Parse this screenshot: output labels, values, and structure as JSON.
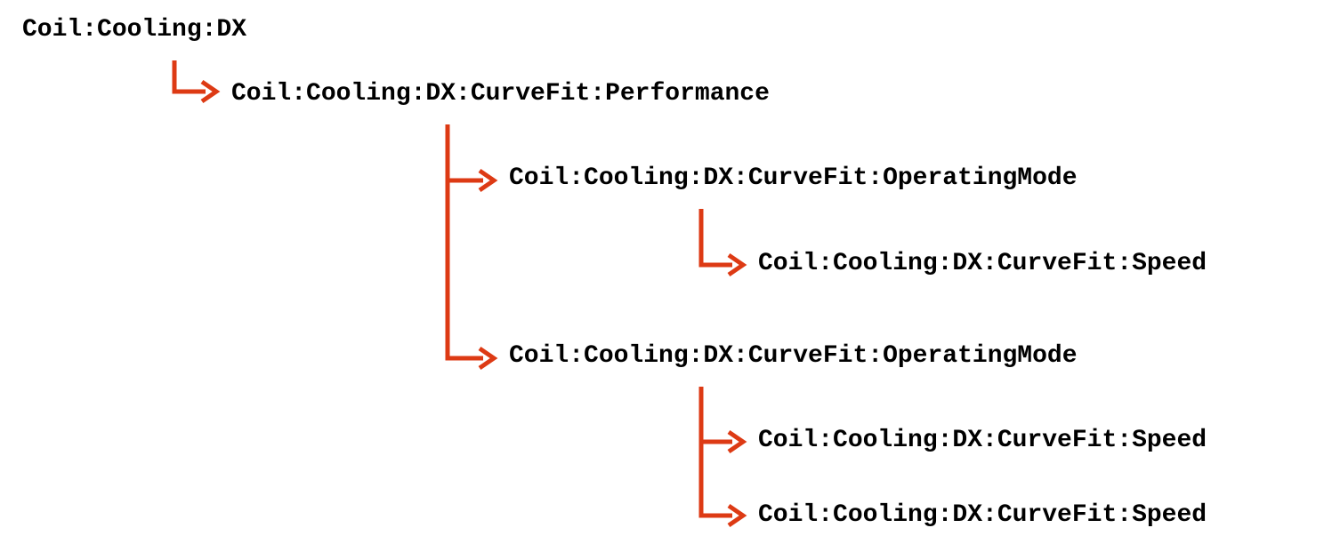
{
  "diagram": {
    "connector_color": "#dd3a14",
    "text_color": "#000000",
    "nodes": [
      {
        "label": "Coil:Cooling:DX",
        "level": 0
      },
      {
        "label": "Coil:Cooling:DX:CurveFit:Performance",
        "level": 1
      },
      {
        "label": "Coil:Cooling:DX:CurveFit:OperatingMode",
        "level": 2
      },
      {
        "label": "Coil:Cooling:DX:CurveFit:Speed",
        "level": 3
      },
      {
        "label": "Coil:Cooling:DX:CurveFit:OperatingMode",
        "level": 2
      },
      {
        "label": "Coil:Cooling:DX:CurveFit:Speed",
        "level": 3
      },
      {
        "label": "Coil:Cooling:DX:CurveFit:Speed",
        "level": 3
      }
    ],
    "edges": [
      {
        "from": 0,
        "to": 1
      },
      {
        "from": 1,
        "to": 2
      },
      {
        "from": 2,
        "to": 3
      },
      {
        "from": 1,
        "to": 4
      },
      {
        "from": 4,
        "to": 5
      },
      {
        "from": 4,
        "to": 6
      }
    ]
  }
}
